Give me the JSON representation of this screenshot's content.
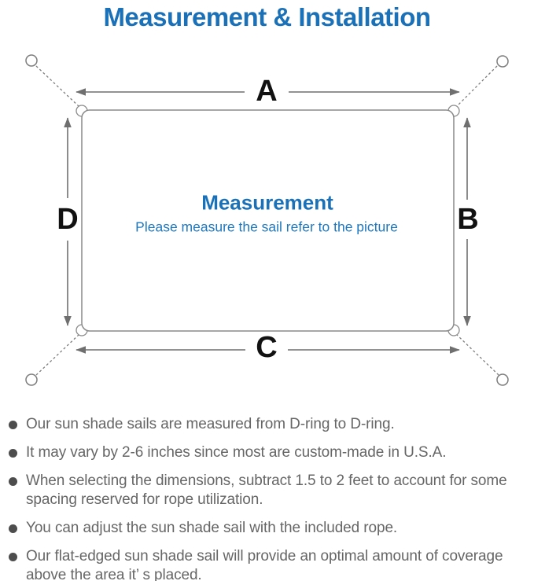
{
  "header": {
    "title": "Measurement & Installation"
  },
  "diagram": {
    "labels": {
      "top": "A",
      "right": "B",
      "bottom": "C",
      "left": "D"
    },
    "center_title": "Measurement",
    "center_subtitle": "Please measure the sail refer to the picture"
  },
  "notes": {
    "items": [
      "Our sun shade sails are measured from D-ring to D-ring.",
      "It may vary by 2-6 inches since most are custom-made in U.S.A.",
      "When selecting the dimensions, subtract 1.5 to 2 feet to account for some spacing reserved for rope utilization.",
      "You can adjust the sun shade sail with the included rope.",
      "Our flat-edged sun shade sail will provide an optimal amount of coverage above the area it’ s placed."
    ]
  },
  "colors": {
    "accent_blue": "#1a71b8",
    "subtitle_blue": "#1e78c0",
    "diagram_gray": "#7d7d7d",
    "body_text_gray": "#666666"
  }
}
